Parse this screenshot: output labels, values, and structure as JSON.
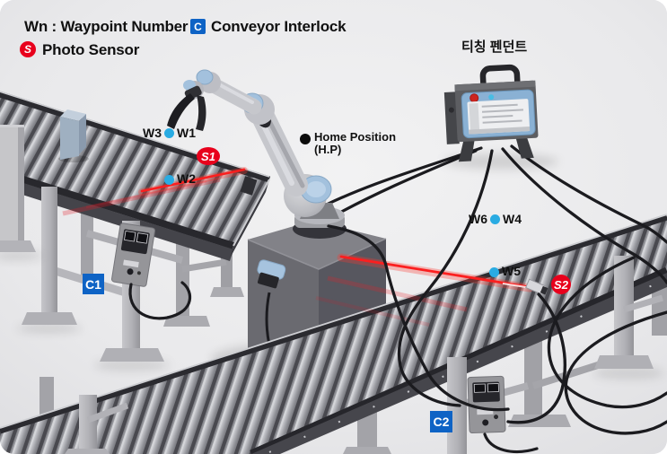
{
  "legend": {
    "waypoint": "Wn : Waypoint Number",
    "conveyor_badge": "C",
    "conveyor": "Conveyor Interlock",
    "sensor_badge": "S",
    "sensor": "Photo Sensor"
  },
  "pendant_label": "티칭 펜던트",
  "annotations": {
    "w1": "W1",
    "w2": "W2",
    "w3": "W3",
    "w4": "W4",
    "w5": "W5",
    "w6": "W6",
    "s1": "S1",
    "s2": "S2",
    "c1": "C1",
    "c2": "C2",
    "home_title": "Home Position",
    "home_sub": "(H.P)"
  },
  "colors": {
    "waypoint_dot": "#29abe2",
    "photo_sensor": "#e8001c",
    "conveyor_interlock": "#0e63c5",
    "laser": "#ff1f1f"
  }
}
